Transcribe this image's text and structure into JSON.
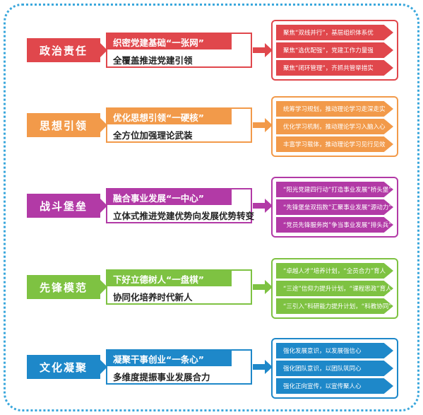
{
  "colors": [
    "#e0474c",
    "#f29a4a",
    "#b23aa6",
    "#7ec242",
    "#1e88c9"
  ],
  "rows": [
    {
      "category": "政治责任",
      "title": "织密党建基础“一张网”",
      "subtitle": "全覆盖推进党建引领",
      "items": [
        "聚焦“双线并行”，基层组织体系优",
        "聚焦“选优配强”，党建工作力量强",
        "聚焦“闭环管理”，齐抓共管举措实"
      ]
    },
    {
      "category": "思想引领",
      "title": "优化思想引领“一硬核”",
      "subtitle": "全方位加强理论武装",
      "items": [
        "统筹学习规划，推动理论学习走深走实",
        "优化学习机制，推动理论学习入脑入心",
        "丰富学习载体，推动理论学习见行见效"
      ]
    },
    {
      "category": "战斗堡垒",
      "title": "融合事业发展“一中心”",
      "subtitle": "立体式推进党建优势向发展优势转变",
      "items": [
        "“阳光党建四行动”打造事业发展“桥头堡”",
        "“先锋堡垒双指数”汇聚事业发展“源动力”",
        "“党员先锋服务岗”争当事业发展“排头兵”"
      ]
    },
    {
      "category": "先锋模范",
      "title": "下好立德树人“一盘棋”",
      "subtitle": "协同化培养时代新人",
      "items": [
        "“卓越人才”培养计划，“全员合力”育人",
        "“三途”信仰力提升计划，“课程思政”育人",
        "“三引入”科研能力提升计划，“科教协同”育人"
      ]
    },
    {
      "category": "文化凝聚",
      "title": "凝聚干事创业“一条心”",
      "subtitle": "多维度提振事业发展合力",
      "items": [
        "强化发展意识，以发展强信心",
        "强化团队意识，以团队筑同心",
        "强化正向宣传，以宣传聚人心"
      ]
    }
  ]
}
